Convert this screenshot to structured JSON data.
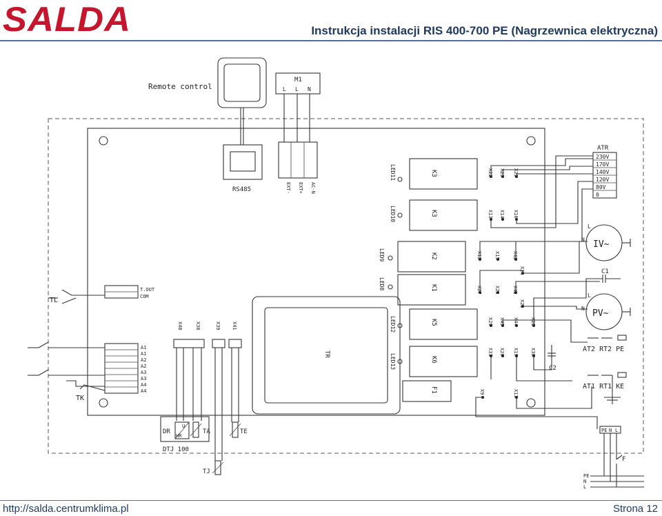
{
  "header": {
    "logo": "SALDA",
    "title": "Instrukcja instalacji RIS 400-700 PE (Nagrzewnica elektryczna)"
  },
  "footer": {
    "url": "http://salda.centrumklima.pl",
    "page": "Strona 12"
  },
  "diagram": {
    "remote_control": "Remote control",
    "m1": {
      "name": "M1",
      "pins": [
        "L",
        "L",
        "N"
      ]
    },
    "rs485": "RS485",
    "ext": [
      "EXT-",
      "EXT+",
      "AC-N"
    ],
    "atr": {
      "name": "ATR",
      "taps": [
        "230V",
        "170V",
        "140V",
        "120V",
        "80V",
        "0"
      ]
    },
    "leds": [
      "LED11",
      "LED10",
      "LED9",
      "LED8",
      "LED12",
      "LED13"
    ],
    "relays": [
      "K3",
      "K3",
      "K2",
      "K1",
      "K5",
      "K6",
      "F1"
    ],
    "terminals_top": [
      "X22",
      "X23",
      "X21",
      "X13",
      "X14",
      "X16",
      "X12",
      "X15",
      "X42",
      "X24",
      "X27",
      "X26",
      "X43",
      "X25",
      "X29",
      "X45",
      "X44",
      "X28",
      "X31",
      "X20",
      "X19",
      "X30",
      "X9",
      "X11"
    ],
    "terminals_bottom": [
      "X40",
      "X38",
      "X39",
      "X41"
    ],
    "tl_pins": [
      "T.OUT",
      "COM"
    ],
    "a_pins": [
      "A1",
      "A1",
      "A2",
      "A2",
      "A3",
      "A3",
      "A4",
      "A4"
    ],
    "labels": {
      "tl": "TL",
      "tk": "TK",
      "tr": "TR",
      "c1": "C1",
      "c2": "C2",
      "iv": "IV~",
      "pv": "PV~",
      "l": "L",
      "n": "N",
      "at2_row": "AT2 RT2 PE",
      "at1_row": "AT1 RT1 KE",
      "dr": "DR",
      "u": "U",
      "hr": "HR",
      "ta": "TA",
      "te": "TE",
      "dtj": "DTJ 100",
      "tj": "TJ",
      "f": "F",
      "supply": [
        "PE",
        "N",
        "L"
      ],
      "pe_n_l": [
        "PE",
        "N",
        "L"
      ]
    }
  }
}
